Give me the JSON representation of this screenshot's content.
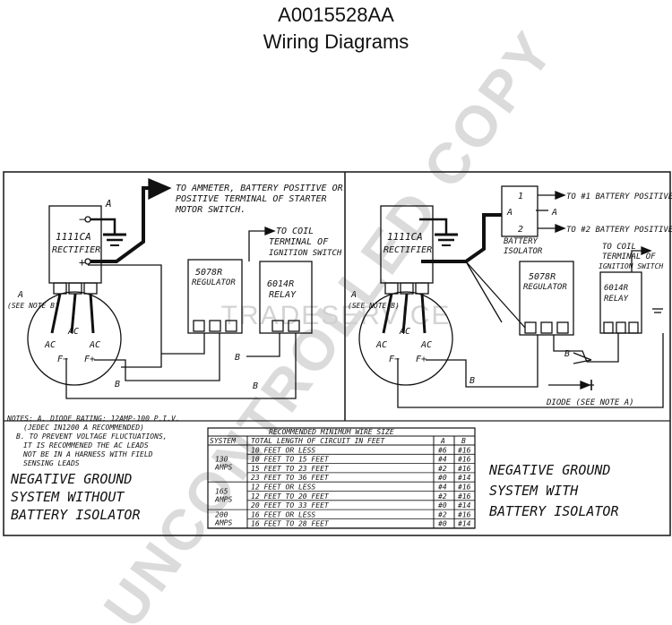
{
  "header": {
    "part_number": "A0015528AA",
    "title": "Wiring Diagrams"
  },
  "watermarks": {
    "uncontrolled": "UNCONTROLLED COPY",
    "tradeservice": "TRADESERVICE"
  },
  "left_diagram": {
    "to_ammeter_line1": "TO AMMETER, BATTERY POSITIVE OR",
    "to_ammeter_line2": "POSITIVE TERMINAL OF STARTER",
    "to_ammeter_line3": "MOTOR SWITCH.",
    "rectifier_label1": "1111CA",
    "rectifier_label2": "RECTIFIER",
    "minus": "−",
    "plus": "+",
    "label_a": "A",
    "see_note_b": "(SEE NOTE B)",
    "regulator_label1": "5078R",
    "regulator_label2": "REGULATOR",
    "relay_label1": "6014R",
    "relay_label2": "RELAY",
    "to_coil1": "TO COIL",
    "to_coil2": "TERMINAL OF",
    "to_coil3": "IGNITION SWITCH",
    "ac": "AC",
    "f_minus": "F−",
    "f_plus": "F+",
    "b": "B"
  },
  "right_diagram": {
    "battery1": "TO #1 BATTERY POSITIVE",
    "battery2": "TO #2 BATTERY POSITIVE",
    "isolator1": "BATTERY",
    "isolator2": "ISOLATOR",
    "iso_1": "1",
    "iso_2": "2",
    "iso_a": "A",
    "rectifier_label1": "1111CA",
    "rectifier_label2": "RECTIFIER",
    "regulator_label1": "5078R",
    "regulator_label2": "REGULATOR",
    "relay_label1": "6014R",
    "relay_label2": "RELAY",
    "to_coil1": "TO COIL",
    "to_coil2": "TERMINAL OF",
    "to_coil3": "IGNITION SWITCH",
    "diode": "DIODE (SEE NOTE A)",
    "ac": "AC",
    "f_minus": "F−",
    "f_plus": "F+",
    "b": "B",
    "label_a": "A",
    "see_note_b": "(SEE NOTE B)"
  },
  "notes": {
    "line1": "NOTES: A. DIODE RATING: 12AMP-100 P.I.V.",
    "line2": "(JEDEC IN1200 A RECOMMENDED)",
    "line3": "B. TO PREVENT VOLTAGE FLUCTUATIONS,",
    "line4": "IT IS RECOMMENED THE AC LEADS",
    "line5": "NOT BE IN A HARNESS WITH FIELD",
    "line6": "SENSING LEADS"
  },
  "captions": {
    "left1": "NEGATIVE GROUND",
    "left2": "SYSTEM WITHOUT",
    "left3": "BATTERY ISOLATOR",
    "right1": "NEGATIVE GROUND",
    "right2": "SYSTEM WITH",
    "right3": "BATTERY ISOLATOR"
  },
  "wire_table": {
    "title": "RECOMMENDED MINIMUM WIRE SIZE",
    "col_system": "SYSTEM",
    "col_length": "TOTAL LENGTH OF CIRCUIT IN FEET",
    "col_a": "A",
    "col_b": "B",
    "groups": [
      {
        "system": "130 AMPS",
        "rows": [
          {
            "length": "10 FEET OR LESS",
            "a": "#6",
            "b": "#16"
          },
          {
            "length": "10 FEET TO 15 FEET",
            "a": "#4",
            "b": "#16"
          },
          {
            "length": "15 FEET TO 23 FEET",
            "a": "#2",
            "b": "#16"
          },
          {
            "length": "23 FEET TO 36 FEET",
            "a": "#0",
            "b": "#14"
          }
        ]
      },
      {
        "system": "165 AMPS",
        "rows": [
          {
            "length": "12 FEET OR LESS",
            "a": "#4",
            "b": "#16"
          },
          {
            "length": "12 FEET TO 20 FEET",
            "a": "#2",
            "b": "#16"
          },
          {
            "length": "20 FEET TO 33 FEET",
            "a": "#0",
            "b": "#14"
          }
        ]
      },
      {
        "system": "200 AMPS",
        "rows": [
          {
            "length": "16 FEET OR LESS",
            "a": "#2",
            "b": "#16"
          },
          {
            "length": "16 FEET TO 28 FEET",
            "a": "#0",
            "b": "#14"
          }
        ]
      }
    ]
  }
}
